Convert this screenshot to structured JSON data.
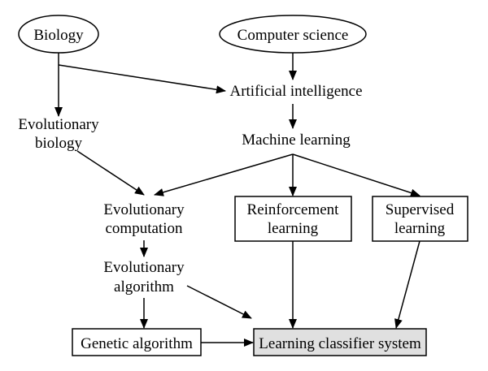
{
  "nodes": {
    "biology": {
      "text": "Biology"
    },
    "computer_science": {
      "text": "Computer science"
    },
    "artificial_intelligence": {
      "text": "Artificial intelligence"
    },
    "evolutionary_biology": {
      "lines": [
        "Evolutionary",
        "biology"
      ]
    },
    "machine_learning": {
      "text": "Machine learning"
    },
    "evolutionary_computation": {
      "lines": [
        "Evolutionary",
        "computation"
      ]
    },
    "reinforcement_learning": {
      "lines": [
        "Reinforcement",
        "learning"
      ]
    },
    "supervised_learning": {
      "lines": [
        "Supervised",
        "learning"
      ]
    },
    "evolutionary_algorithm": {
      "lines": [
        "Evolutionary",
        "algorithm"
      ]
    },
    "genetic_algorithm": {
      "text": "Genetic algorithm"
    },
    "learning_classifier_system": {
      "text": "Learning classifier system"
    }
  },
  "colors": {
    "line": "#000000",
    "background": "#ffffff",
    "highlight_fill": "#e0e0e0"
  }
}
